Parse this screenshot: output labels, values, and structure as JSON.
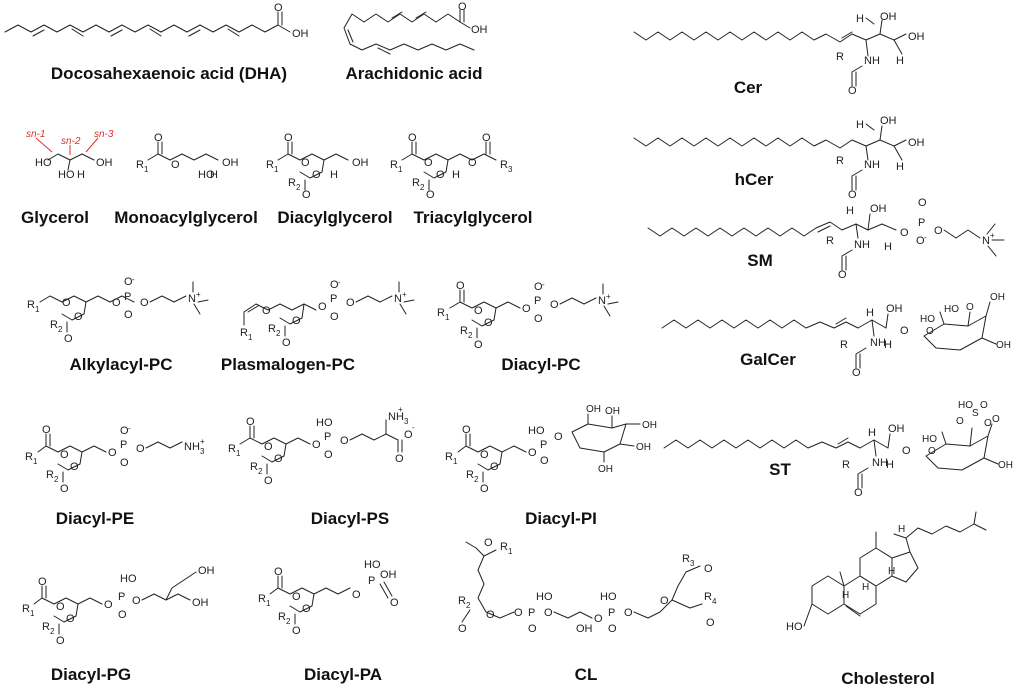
{
  "accent": "#e0302a",
  "labels": {
    "dha": "Docosahexaenoic acid (DHA)",
    "aa": "Arachidonic acid",
    "glycerol": "Glycerol",
    "mag": "Monoacylglycerol",
    "dag": "Diacylglycerol",
    "tag": "Triacylglycerol",
    "alkylacyl_pc": "Alkylacyl-PC",
    "plasmalogen_pc": "Plasmalogen-PC",
    "diacyl_pc": "Diacyl-PC",
    "diacyl_pe": "Diacyl-PE",
    "diacyl_ps": "Diacyl-PS",
    "diacyl_pi": "Diacyl-PI",
    "diacyl_pg": "Diacyl-PG",
    "diacyl_pa": "Diacyl-PA",
    "cl": "CL",
    "cer": "Cer",
    "hcer": "hCer",
    "sm": "SM",
    "galcer": "GalCer",
    "st": "ST",
    "cholesterol": "Cholesterol"
  },
  "glycerol_positions": [
    "sn-1",
    "sn-2",
    "sn-3"
  ]
}
